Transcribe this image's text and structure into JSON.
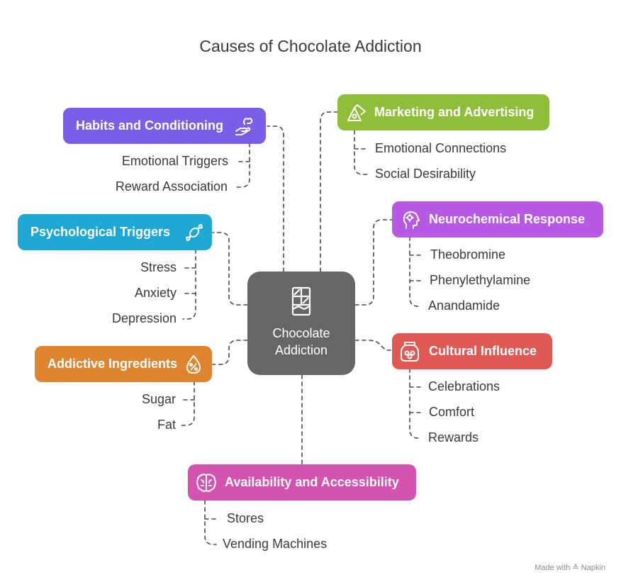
{
  "title": "Causes of Chocolate Addiction",
  "center": {
    "line1": "Chocolate",
    "line2": "Addiction",
    "icon": "chocolate-bar-icon",
    "color": "#666666"
  },
  "categories": {
    "habits": {
      "label": "Habits and Conditioning",
      "color": "#7b5ee8",
      "icon": "hand-gesture-icon",
      "items": [
        "Emotional Triggers",
        "Reward Association"
      ]
    },
    "marketing": {
      "label": "Marketing and Advertising",
      "color": "#8fbe3a",
      "icon": "megaphone-icon",
      "items": [
        "Emotional Connections",
        "Social Desirability"
      ]
    },
    "psychological": {
      "label": "Psychological Triggers",
      "color": "#1fa8d6",
      "icon": "candy-icon",
      "items": [
        "Stress",
        "Anxiety",
        "Depression"
      ]
    },
    "neurochemical": {
      "label": "Neurochemical Response",
      "color": "#b65ae6",
      "icon": "brain-head-icon",
      "items": [
        "Theobromine",
        "Phenylethylamine",
        "Anandamide"
      ]
    },
    "ingredients": {
      "label": "Addictive Ingredients",
      "color": "#e0852f",
      "icon": "percent-drop-icon",
      "items": [
        "Sugar",
        "Fat"
      ]
    },
    "cultural": {
      "label": "Cultural Influence",
      "color": "#e05a55",
      "icon": "jar-icon",
      "items": [
        "Celebrations",
        "Comfort",
        "Rewards"
      ]
    },
    "availability": {
      "label": "Availability and Accessibility",
      "color": "#d453b0",
      "icon": "brain-icon",
      "items": [
        "Stores",
        "Vending Machines"
      ]
    }
  },
  "footer": {
    "made_with": "Made with",
    "brand": "Napkin"
  }
}
